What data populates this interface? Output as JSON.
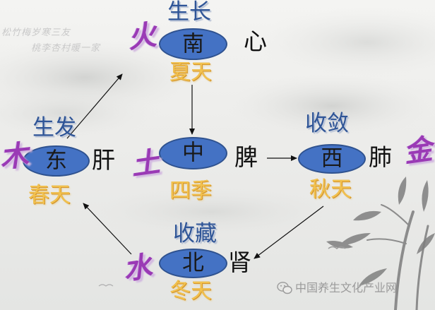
{
  "poem": {
    "line1": "松竹梅岁寒三友",
    "line2": "桃李杏村暖一家"
  },
  "nodes": {
    "south": {
      "label": "南",
      "header": "生长",
      "organ": "心",
      "season": "夏天",
      "element": "火"
    },
    "east": {
      "label": "东",
      "header": "生发",
      "organ": "肝",
      "season": "春天",
      "element": "木"
    },
    "center": {
      "label": "中",
      "organ": "脾",
      "season": "四季",
      "element": "土"
    },
    "west": {
      "label": "西",
      "header": "收敛",
      "organ": "肺",
      "season": "秋天",
      "element": "金"
    },
    "north": {
      "label": "北",
      "header": "收藏",
      "organ": "肾",
      "season": "冬天",
      "element": "水"
    }
  },
  "watermark": {
    "text": "中国养生文化产业网",
    "icon": "wechat-icon"
  },
  "colors": {
    "node_fill": "#4472c4",
    "header_blue": "#2f5597",
    "element_purple": "#9a3ab5",
    "season_gold": "#f2c14e"
  }
}
